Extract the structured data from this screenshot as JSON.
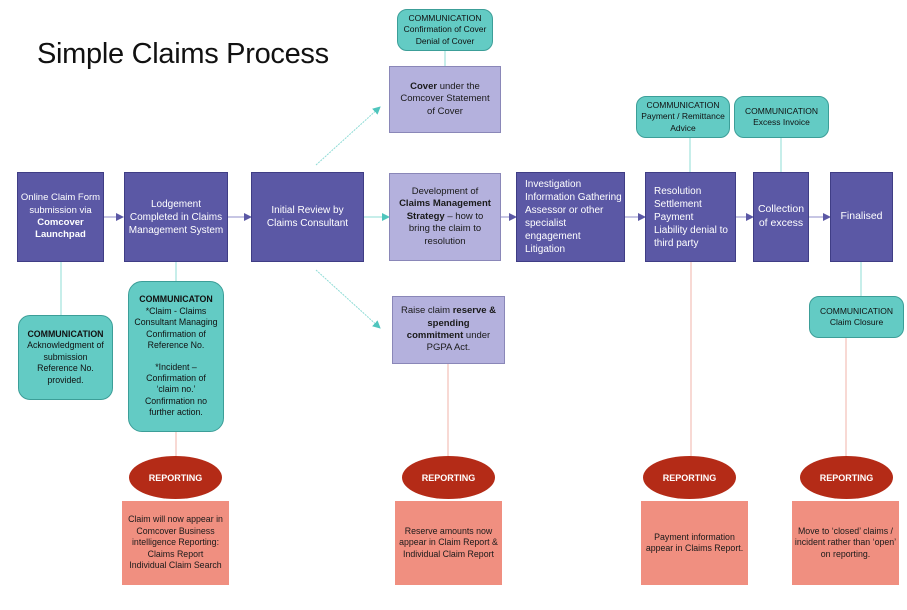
{
  "title": "Simple Claims Process",
  "colors": {
    "process": "#5b58a5",
    "process_light": "#b4b1dd",
    "communication": "#63cbc4",
    "reporting_ellipse": "#b42b17",
    "reporting_box": "#f08f80",
    "connector_main": "#8f8cc8",
    "connector_comm": "#8fdcd6",
    "connector_report": "#f2b3a8"
  },
  "process_steps": [
    {
      "id": "online-claim-form",
      "lines": [
        "Online Claim Form",
        "submission via"
      ],
      "bold_lines": [
        "Comcover",
        "Launchpad"
      ]
    },
    {
      "id": "lodgement",
      "lines": [
        "Lodgement",
        "Completed in Claims",
        "Management System"
      ]
    },
    {
      "id": "initial-review",
      "lines": [
        "Initial Review by",
        "Claims Consultant"
      ]
    },
    {
      "id": "development-strategy",
      "pre": "Development of ",
      "bold": "Claims Management Strategy",
      "post": " – how to bring the claim to resolution"
    },
    {
      "id": "investigation",
      "lines": [
        "Investigation",
        "Information Gathering",
        "Assessor or other",
        "specialist engagement",
        "Litigation"
      ]
    },
    {
      "id": "resolution",
      "lines": [
        "Resolution",
        "Settlement",
        "Payment",
        "Liability denial to",
        "third party"
      ]
    },
    {
      "id": "collection-of-excess",
      "lines": [
        "Collection",
        "of excess"
      ]
    },
    {
      "id": "finalised",
      "lines": [
        "Finalised"
      ]
    }
  ],
  "branches": {
    "cover": {
      "bold": "Cover",
      "post": " under the Comcover Statement of Cover"
    },
    "reserve": {
      "pre": "Raise claim ",
      "bold": "reserve & spending commitment",
      "post": " under PGPA Act."
    }
  },
  "communications": {
    "cover": {
      "heading": "COMMUNICATION",
      "lines": [
        "Confirmation of Cover",
        "Denial of Cover"
      ]
    },
    "submission": {
      "heading": "COMMUNICATION",
      "lines": [
        "Acknowledgment of",
        "submission",
        "Reference No.",
        "provided."
      ]
    },
    "lodgement": {
      "heading": "COMMUNICATON",
      "lines": [
        "*Claim - Claims",
        "Consultant Managing",
        "Confirmation of",
        "Reference No.",
        "",
        "*Incident –",
        "Confirmation of",
        "‘claim no.’",
        "Confirmation no",
        "further action."
      ]
    },
    "payment": {
      "heading": "COMMUNICATION",
      "lines": [
        "Payment / Remittance",
        "Advice"
      ]
    },
    "excess": {
      "heading": "COMMUNICATION",
      "lines": [
        "Excess Invoice"
      ]
    },
    "closure": {
      "heading": "COMMUNICATION",
      "lines": [
        "Claim Closure"
      ]
    }
  },
  "reporting": {
    "label": "REPORTING",
    "items": [
      {
        "id": "lodgement",
        "lines": [
          "Claim will now appear in",
          "Comcover Business",
          "intelligence Reporting:",
          "Claims Report",
          "Individual Claim Search"
        ]
      },
      {
        "id": "reserve",
        "lines": [
          "Reserve amounts now",
          "appear in Claim Report &",
          "Individual Claim Report"
        ]
      },
      {
        "id": "payment",
        "lines": [
          "Payment information",
          "appear in Claims Report."
        ]
      },
      {
        "id": "closure",
        "lines": [
          "Move to ‘closed’ claims /",
          "incident rather than ‘open’",
          "on reporting."
        ]
      }
    ]
  }
}
